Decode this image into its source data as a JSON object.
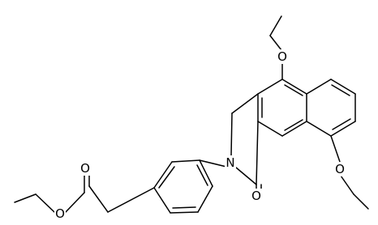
{
  "diagram": {
    "type": "chemical-structure",
    "atom_labels": {
      "o_upper_ether": "O",
      "o_lower_ether": "O",
      "n_lactam": "N",
      "o_carbonyl": "O",
      "o_ester_carbonyl": "O",
      "o_ester": "O"
    },
    "colors": {
      "bond": "#000000",
      "label": "#000000",
      "background": "#ffffff"
    }
  }
}
